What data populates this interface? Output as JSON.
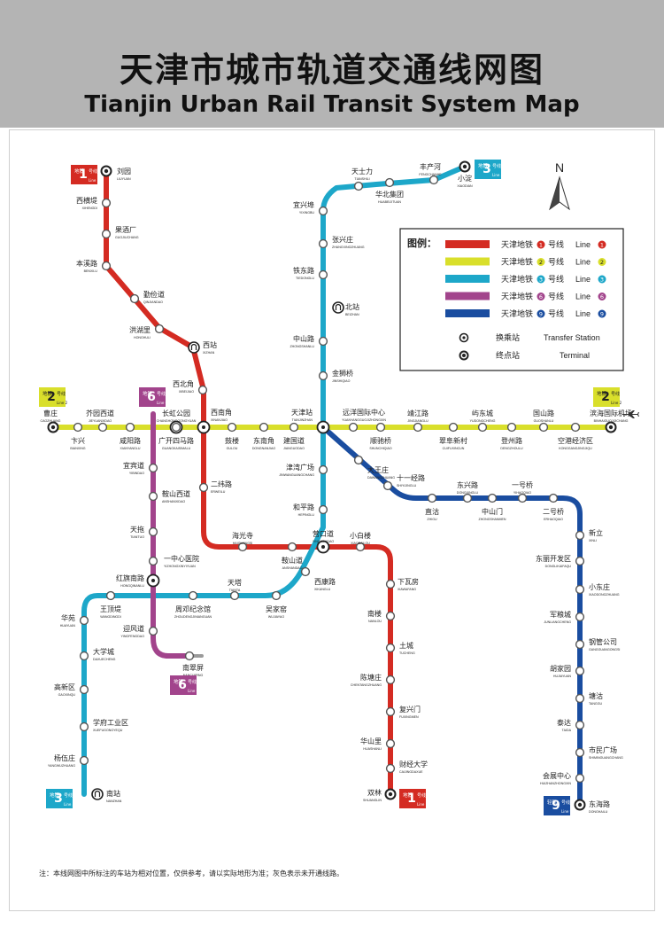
{
  "title_cn": "天津市城市轨道交通线网图",
  "title_en": "Tianjin Urban Rail Transit System Map",
  "note": "注：本线网图中所标注的车站为相对位置，仅供参考，请以实际地形为准；灰色表示未开通线路。",
  "compass_label": "N",
  "colors": {
    "line1": "#d42b22",
    "line2": "#d9df2b",
    "line3": "#1da7c9",
    "line6": "#a2448c",
    "line9": "#1a4da0"
  },
  "legend": {
    "title": "图例：",
    "lines": [
      {
        "cn": "天津地铁",
        "num": "1",
        "suffix": "号线",
        "en": "Line",
        "color": "#d42b22"
      },
      {
        "cn": "天津地铁",
        "num": "2",
        "suffix": "号线",
        "en": "Line",
        "color": "#d9df2b"
      },
      {
        "cn": "天津地铁",
        "num": "3",
        "suffix": "号线",
        "en": "Line",
        "color": "#1da7c9"
      },
      {
        "cn": "天津地铁",
        "num": "6",
        "suffix": "号线",
        "en": "Line",
        "color": "#a2448c"
      },
      {
        "cn": "天津地铁",
        "num": "9",
        "suffix": "号线",
        "en": "Line",
        "color": "#1a4da0"
      }
    ],
    "transfer_cn": "换乘站",
    "transfer_en": "Transfer Station",
    "terminal_cn": "终点站",
    "terminal_en": "Terminal"
  },
  "badges": [
    {
      "id": "b1a",
      "top": "地铁",
      "num": "1",
      "word": "号线",
      "en": "Line 1",
      "color": "#d42b22"
    },
    {
      "id": "b1b",
      "top": "地铁",
      "num": "1",
      "word": "号线",
      "en": "Line 1",
      "color": "#d42b22"
    },
    {
      "id": "b2a",
      "top": "地铁",
      "num": "2",
      "word": "号线",
      "en": "Line 2",
      "color": "#d9df2b"
    },
    {
      "id": "b2b",
      "top": "地铁",
      "num": "2",
      "word": "号线",
      "en": "Line 2",
      "color": "#d9df2b"
    },
    {
      "id": "b3a",
      "top": "地铁",
      "num": "3",
      "word": "号线",
      "en": "Line 3",
      "color": "#1da7c9"
    },
    {
      "id": "b3b",
      "top": "地铁",
      "num": "3",
      "word": "号线",
      "en": "Line 3",
      "color": "#1da7c9"
    },
    {
      "id": "b6a",
      "top": "地铁",
      "num": "6",
      "word": "号线",
      "en": "Line 6",
      "color": "#a2448c"
    },
    {
      "id": "b6b",
      "top": "地铁",
      "num": "6",
      "word": "号线",
      "en": "Line 6",
      "color": "#a2448c"
    },
    {
      "id": "b9",
      "top": "轻轨",
      "num": "9",
      "word": "号线",
      "en": "Line 9",
      "color": "#1a4da0"
    }
  ],
  "stations": [
    {
      "cn": "刘园",
      "en": "LIUYUAN",
      "type": "terminal"
    },
    {
      "cn": "西横堤",
      "en": "XIHENGDI"
    },
    {
      "cn": "果酒厂",
      "en": "GUOJIUCHANG"
    },
    {
      "cn": "本溪路",
      "en": "BENXILU"
    },
    {
      "cn": "勤俭道",
      "en": "QINJIANDAO"
    },
    {
      "cn": "洪湖里",
      "en": "HONGHULI"
    },
    {
      "cn": "西站",
      "en": "XIZHAN",
      "type": "rail"
    },
    {
      "cn": "西北角",
      "en": "XIBEIJIAO"
    },
    {
      "cn": "西南角",
      "en": "XINANJIAO",
      "type": "transfer"
    },
    {
      "cn": "二纬路",
      "en": "ERWEILU"
    },
    {
      "cn": "海光寺",
      "en": "HAIGUANGSI"
    },
    {
      "cn": "鞍山道",
      "en": "ANSHANDAO"
    },
    {
      "cn": "营口道",
      "en": "YINGKOUDAO",
      "type": "transfer"
    },
    {
      "cn": "小白楼",
      "en": "XIAOBAILOU"
    },
    {
      "cn": "下瓦房",
      "en": "XIAWAFANG"
    },
    {
      "cn": "南楼",
      "en": "NANLOU"
    },
    {
      "cn": "土城",
      "en": "TUCHENG"
    },
    {
      "cn": "陈塘庄",
      "en": "CHENTANGZHUANG"
    },
    {
      "cn": "复兴门",
      "en": "FUXINGMEN"
    },
    {
      "cn": "华山里",
      "en": "HUASHANLI"
    },
    {
      "cn": "财经大学",
      "en": "CAIJINGDAXUE"
    },
    {
      "cn": "双林",
      "en": "SHUANGLIN",
      "type": "terminal"
    },
    {
      "cn": "曹庄",
      "en": "CAOZHUANG",
      "type": "terminal"
    },
    {
      "cn": "卞兴",
      "en": "BIANXING"
    },
    {
      "cn": "芥园西道",
      "en": "JIEYUANXIDAO"
    },
    {
      "cn": "咸阳路",
      "en": "XIANYANGLU"
    },
    {
      "cn": "长虹公园",
      "en": "CHANGHONGGONGYUAN",
      "type": "transfer"
    },
    {
      "cn": "广开四马路",
      "en": "GUANGKAISIMALU"
    },
    {
      "cn": "鼓楼",
      "en": "GULOU"
    },
    {
      "cn": "东南角",
      "en": "DONGNANJIAO"
    },
    {
      "cn": "建国道",
      "en": "JIANGUODAO"
    },
    {
      "cn": "天津站",
      "en": "TIANJINZHAN",
      "type": "transfer"
    },
    {
      "cn": "远洋国际中心",
      "en": "YUANYANGGUOJIZHONGXIN"
    },
    {
      "cn": "顺驰桥",
      "en": "SHUNCHIQIAO"
    },
    {
      "cn": "靖江路",
      "en": "JINGJIANGLU"
    },
    {
      "cn": "翠阜新村",
      "en": "CUIFUXINCUN"
    },
    {
      "cn": "屿东城",
      "en": "YUDONGCHENG"
    },
    {
      "cn": "登州路",
      "en": "DENGZHOULU"
    },
    {
      "cn": "国山路",
      "en": "GUOSHANLU"
    },
    {
      "cn": "空港经济区",
      "en": "KONGGANGJINGJIQU"
    },
    {
      "cn": "滨海国际机场",
      "en": "BINHAIGUOJIJICHANG",
      "type": "terminal"
    },
    {
      "cn": "小淀",
      "en": "XIAODIAN",
      "type": "terminal"
    },
    {
      "cn": "丰产河",
      "en": "FENGCHANHE"
    },
    {
      "cn": "华北集团",
      "en": "HUABEIJITUAN"
    },
    {
      "cn": "天士力",
      "en": "TIANSHILI"
    },
    {
      "cn": "宜兴埠",
      "en": "YIXINGBU"
    },
    {
      "cn": "张兴庄",
      "en": "ZHANGXINGZHUANG"
    },
    {
      "cn": "铁东路",
      "en": "TIEDONGLU"
    },
    {
      "cn": "北站",
      "en": "BEIZHAN",
      "type": "rail"
    },
    {
      "cn": "中山路",
      "en": "ZHONGSHANLU"
    },
    {
      "cn": "金狮桥",
      "en": "JINSHIQIAO"
    },
    {
      "cn": "津湾广场",
      "en": "JINWANGUANGCHANG"
    },
    {
      "cn": "和平路",
      "en": "HEPINGLU"
    },
    {
      "cn": "西康路",
      "en": "XIKANGLU"
    },
    {
      "cn": "吴家窑",
      "en": "WUJIAYAO"
    },
    {
      "cn": "天塔",
      "en": "TIANTA"
    },
    {
      "cn": "周邓纪念馆",
      "en": "ZHOUDENGJINIANGUAN"
    },
    {
      "cn": "红旗南路",
      "en": "HONGQINANLU",
      "type": "transfer"
    },
    {
      "cn": "王顶堤",
      "en": "WANGDINGDI"
    },
    {
      "cn": "华苑",
      "en": "HUAYUAN"
    },
    {
      "cn": "大学城",
      "en": "DAXUECHENG"
    },
    {
      "cn": "高新区",
      "en": "GAOXINQU"
    },
    {
      "cn": "学府工业区",
      "en": "XUEFUGONGYEQU"
    },
    {
      "cn": "杨伍庄",
      "en": "YANGWUZHUANG"
    },
    {
      "cn": "南站",
      "en": "NANZHAN",
      "type": "rail"
    },
    {
      "cn": "宜宾道",
      "en": "YIBINDAO"
    },
    {
      "cn": "鞍山西道",
      "en": "ANSHANXIDAO"
    },
    {
      "cn": "天拖",
      "en": "TIANTUO"
    },
    {
      "cn": "一中心医院",
      "en": "YIZHONGXINYIYUAN"
    },
    {
      "cn": "迎风道",
      "en": "YINGFENGDAO"
    },
    {
      "cn": "南翠屏",
      "en": "NANCUIPING"
    },
    {
      "cn": "大王庄",
      "en": "DAWANGZHUANG"
    },
    {
      "cn": "十一经路",
      "en": "SHIYIJINGLU"
    },
    {
      "cn": "直沽",
      "en": "ZHIGU"
    },
    {
      "cn": "东兴路",
      "en": "DONGXINGLU"
    },
    {
      "cn": "中山门",
      "en": "ZHONGSHANMEN"
    },
    {
      "cn": "一号桥",
      "en": "YIHAOQIAO"
    },
    {
      "cn": "二号桥",
      "en": "ERHAOQIAO"
    },
    {
      "cn": "新立",
      "en": "XINLI"
    },
    {
      "cn": "东丽开发区",
      "en": "DONGLIKAIFAQU"
    },
    {
      "cn": "小东庄",
      "en": "XIAODONGZHUANG"
    },
    {
      "cn": "军粮城",
      "en": "JUNLIANGCHENG"
    },
    {
      "cn": "钢管公司",
      "en": "GANGGUANGONGSI"
    },
    {
      "cn": "胡家园",
      "en": "HUJIAYUAN"
    },
    {
      "cn": "塘沽",
      "en": "TANGGU"
    },
    {
      "cn": "泰达",
      "en": "TAIDA"
    },
    {
      "cn": "市民广场",
      "en": "SHIMINGUANGCHANG"
    },
    {
      "cn": "会展中心",
      "en": "HUIZHANZHONGXIN"
    },
    {
      "cn": "东海路",
      "en": "DONGHAILU",
      "type": "terminal"
    }
  ]
}
